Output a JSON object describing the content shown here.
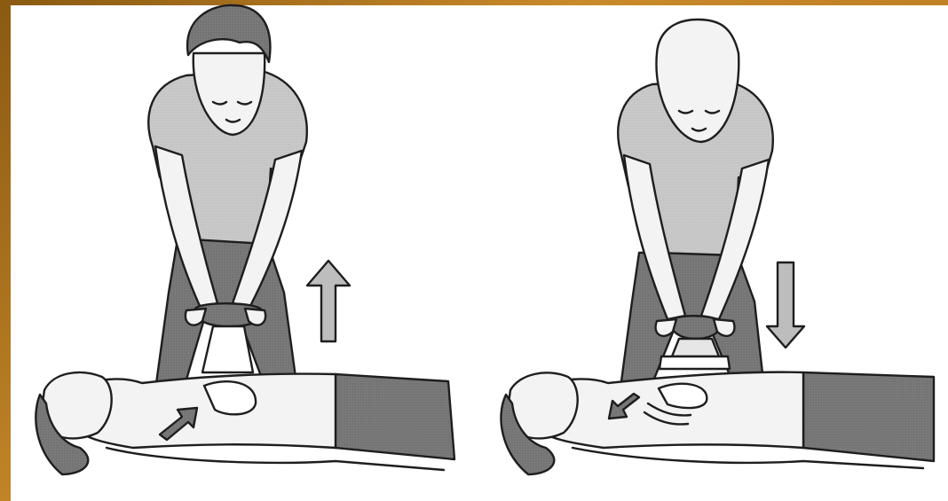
{
  "scene": {
    "panels": [
      {
        "phase": "compression-release",
        "arrow_direction": "up",
        "icon": "arrow-up-icon"
      },
      {
        "phase": "compression",
        "arrow_direction": "down",
        "icon": "arrow-down-icon"
      }
    ],
    "colors": {
      "background_frame": "#b97820",
      "panel": "#ffffff",
      "ink": "#1e1e1e",
      "shirt": "#c9c9c9",
      "trousers": "#777777",
      "hair": "#7a7a7a",
      "skin": "#f3f3f3",
      "patient_pants": "#8a8a8a",
      "arrow_fill": "#bdbdbd"
    }
  }
}
